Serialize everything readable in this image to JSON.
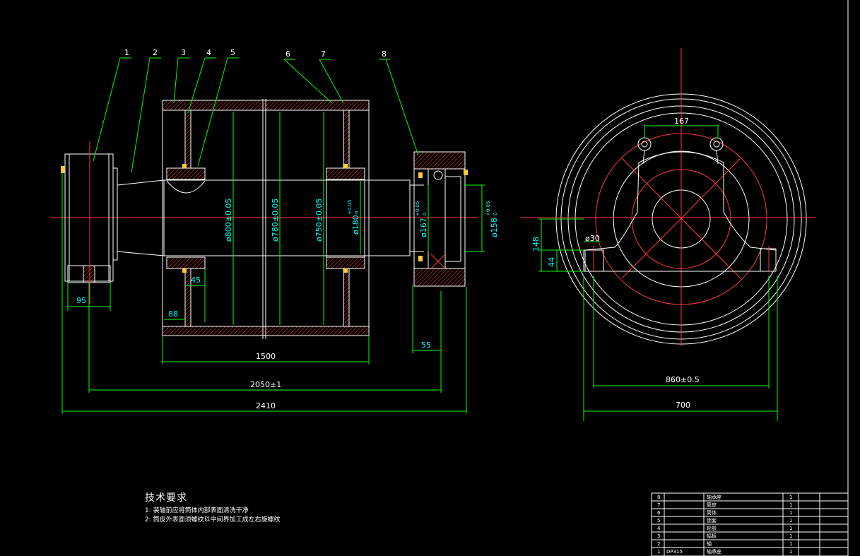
{
  "balloons": [
    "1",
    "2",
    "3",
    "4",
    "5",
    "6",
    "7",
    "8"
  ],
  "dims": {
    "d800": "ø800±0.05",
    "d780": "ø780±0.05",
    "d750": "ø750±0.05",
    "d180": "ø180",
    "d180_tol": "+0.05",
    "d180_tol2": "0",
    "d167": "ø167",
    "d167_tol": "+0.05",
    "d167_tol2": "0",
    "d158": "ø158",
    "d158_tol": "+0.05",
    "d158_tol2": "0",
    "l95": "95",
    "l45": "45",
    "l88": "88",
    "l55": "55",
    "l1500": "1500",
    "l2050": "2050±1",
    "l2410": "2410",
    "s167": "167",
    "s148": "148",
    "s44": "44",
    "s30": "ø30",
    "s860": "860±0.5",
    "s700": "700"
  },
  "tech": {
    "title": "技术要求",
    "lines": [
      "1: 装轴前应将筒体内部表面清洗干净",
      "2: 筒皮外表面须螺纹以中间界加工成左右旋螺纹"
    ]
  },
  "bom": [
    {
      "no": "8",
      "code": "",
      "name": "轴承座",
      "qty": "1"
    },
    {
      "no": "7",
      "code": "",
      "name": "筒皮",
      "qty": "1"
    },
    {
      "no": "6",
      "code": "",
      "name": "筒体",
      "qty": "1"
    },
    {
      "no": "5",
      "code": "",
      "name": "锁套",
      "qty": "1"
    },
    {
      "no": "4",
      "code": "",
      "name": "轮毂",
      "qty": "1"
    },
    {
      "no": "3",
      "code": "",
      "name": "幅板",
      "qty": "1"
    },
    {
      "no": "2",
      "code": "",
      "name": "轴",
      "qty": "1"
    },
    {
      "no": "1",
      "code": "DP315",
      "name": "轴承座",
      "qty": "1"
    }
  ]
}
